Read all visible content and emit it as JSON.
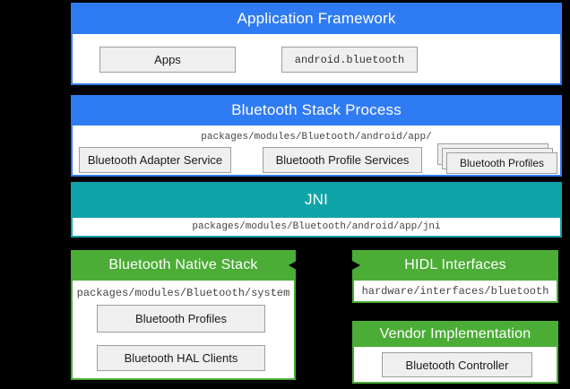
{
  "colors": {
    "background": "#000000",
    "blue": "#2F7BF3",
    "teal": "#0FA4A9",
    "green": "#4BAD36",
    "box_fill": "#EFEFEF",
    "box_border": "#9E9E9E",
    "path_text": "#444444",
    "header_text": "#FFFFFF",
    "arrow": "#000000"
  },
  "diagram": {
    "application_framework": {
      "title": "Application Framework",
      "apps_label": "Apps",
      "android_bluetooth_label": "android.bluetooth"
    },
    "bluetooth_stack_process": {
      "title": "Bluetooth Stack Process",
      "path": "packages/modules/Bluetooth/android/app/",
      "adapter_service_label": "Bluetooth Adapter Service",
      "profile_services_label": "Bluetooth Profile Services",
      "profiles_label": "Bluetooth Profiles"
    },
    "jni": {
      "title": "JNI",
      "path": "packages/modules/Bluetooth/android/app/jni"
    },
    "bluetooth_native_stack": {
      "title": "Bluetooth Native Stack",
      "path": "packages/modules/Bluetooth/system",
      "profiles_label": "Bluetooth Profiles",
      "hal_clients_label": "Bluetooth HAL Clients"
    },
    "hidl_interfaces": {
      "title": "HIDL Interfaces",
      "path": "hardware/interfaces/bluetooth"
    },
    "vendor_implementation": {
      "title": "Vendor Implementation",
      "controller_label": "Bluetooth Controller"
    }
  }
}
